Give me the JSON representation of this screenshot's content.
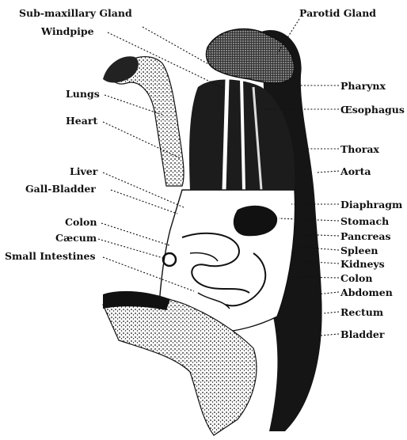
{
  "labels_left": [
    {
      "id": "sub-maxillary-gland",
      "text": "Sub-maxillary Gland"
    },
    {
      "id": "windpipe",
      "text": "Windpipe"
    },
    {
      "id": "lungs",
      "text": "Lungs"
    },
    {
      "id": "heart",
      "text": "Heart"
    },
    {
      "id": "liver",
      "text": "Liver"
    },
    {
      "id": "gall-bladder",
      "text": "Gall-Bladder"
    },
    {
      "id": "colon",
      "text": "Colon"
    },
    {
      "id": "caecum",
      "text": "Cæcum"
    },
    {
      "id": "small-intestines",
      "text": "Small Intestines"
    }
  ],
  "labels_right": [
    {
      "id": "parotid-gland",
      "text": "Parotid Gland"
    },
    {
      "id": "pharynx",
      "text": "Pharynx"
    },
    {
      "id": "oesophagus",
      "text": "Œsophagus"
    },
    {
      "id": "thorax",
      "text": "Thorax"
    },
    {
      "id": "aorta",
      "text": "Aorta"
    },
    {
      "id": "diaphragm",
      "text": "Diaphragm"
    },
    {
      "id": "stomach",
      "text": "Stomach"
    },
    {
      "id": "pancreas",
      "text": "Pancreas"
    },
    {
      "id": "spleen",
      "text": "Spleen"
    },
    {
      "id": "kidneys",
      "text": "Kidneys"
    },
    {
      "id": "colon-right",
      "text": "Colon"
    },
    {
      "id": "abdomen",
      "text": "Abdomen"
    },
    {
      "id": "rectum",
      "text": "Rectum"
    },
    {
      "id": "bladder",
      "text": "Bladder"
    }
  ]
}
